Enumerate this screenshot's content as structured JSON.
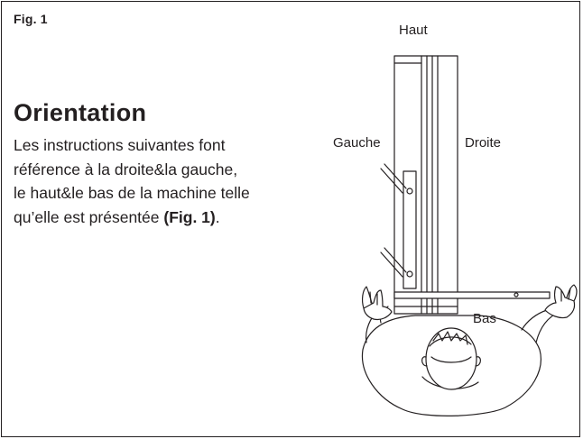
{
  "figure": {
    "label": "Fig. 1"
  },
  "section": {
    "title": "Orientation",
    "lines": [
      "Les instructions suivantes font",
      "référence à la droite&la gauche,",
      "le haut&le bas de la machine telle",
      "qu’elle est présentée "
    ],
    "reference": "(Fig. 1)",
    "end": "."
  },
  "diagram": {
    "label_top": "Haut",
    "label_left": "Gauche",
    "label_right": "Droite",
    "label_bottom": "Bas"
  },
  "colors": {
    "ink": "#231f20",
    "paper": "#ffffff"
  }
}
